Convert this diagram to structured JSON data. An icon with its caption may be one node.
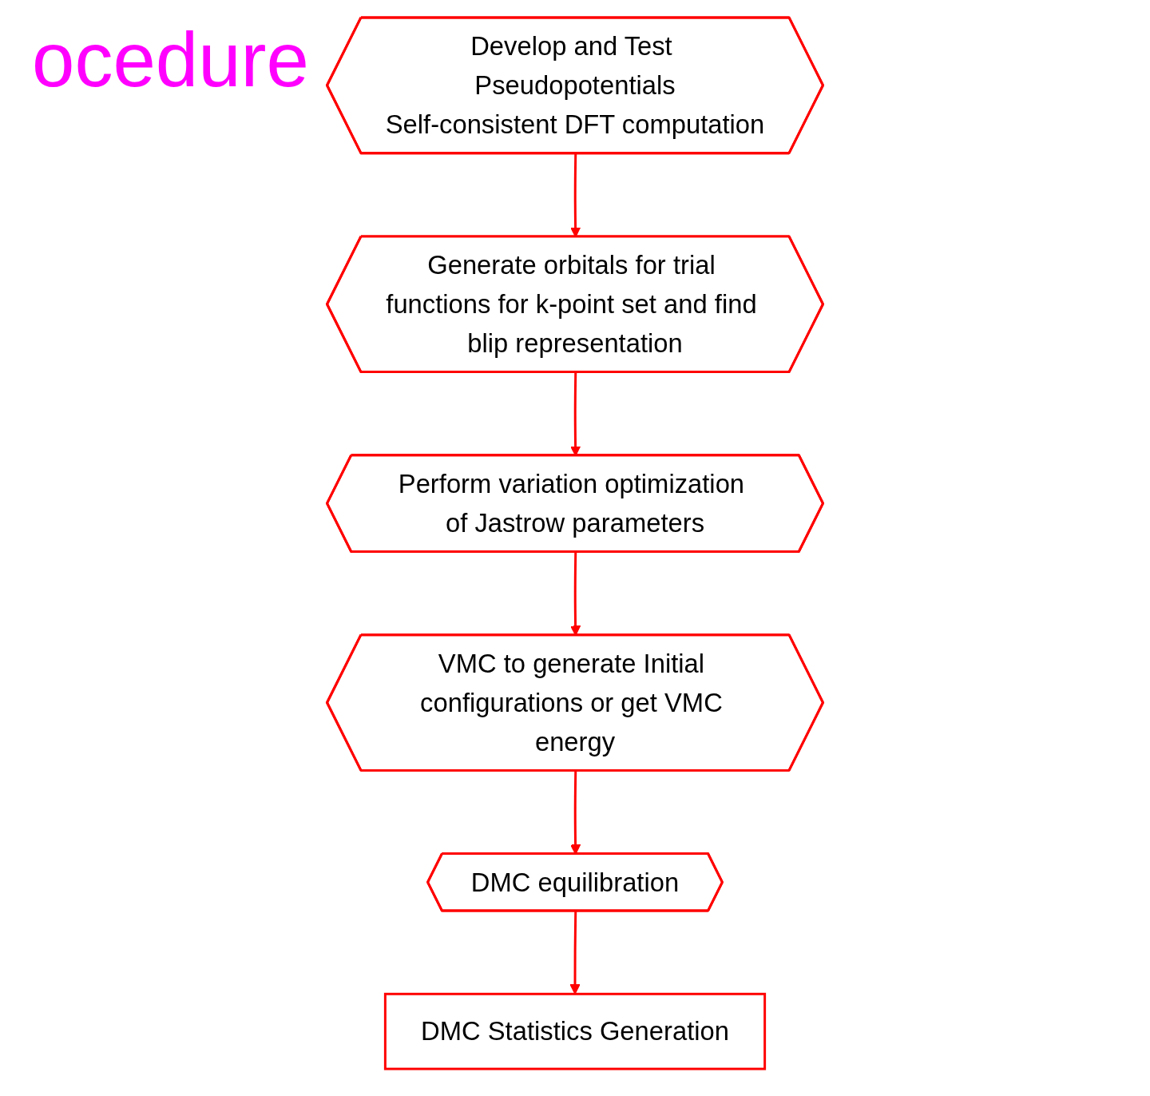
{
  "diagram": {
    "title": "ocedure",
    "nodes": [
      {
        "text": [
          "Develop and Test Pseudopotentials",
          "Self-consistent DFT computation"
        ]
      },
      {
        "text": [
          "Generate orbitals for trial functions for k-point set and find blip representation"
        ]
      },
      {
        "text": [
          "Perform variation optimization of Jastrow parameters"
        ]
      },
      {
        "text": [
          "VMC to generate Initial configurations or get VMC energy"
        ]
      },
      {
        "text": [
          "DMC equilibration"
        ]
      },
      {
        "text": [
          "DMC Statistics Generation"
        ]
      }
    ],
    "edges": [
      {
        "from": 0,
        "to": 1,
        "arrow": "to"
      },
      {
        "from": 1,
        "to": 2,
        "arrow": "to"
      },
      {
        "from": 2,
        "to": 3,
        "arrow": "to"
      },
      {
        "from": 3,
        "to": 4,
        "arrow": "to"
      },
      {
        "from": 4,
        "to": 5,
        "arrow": "to"
      }
    ]
  }
}
